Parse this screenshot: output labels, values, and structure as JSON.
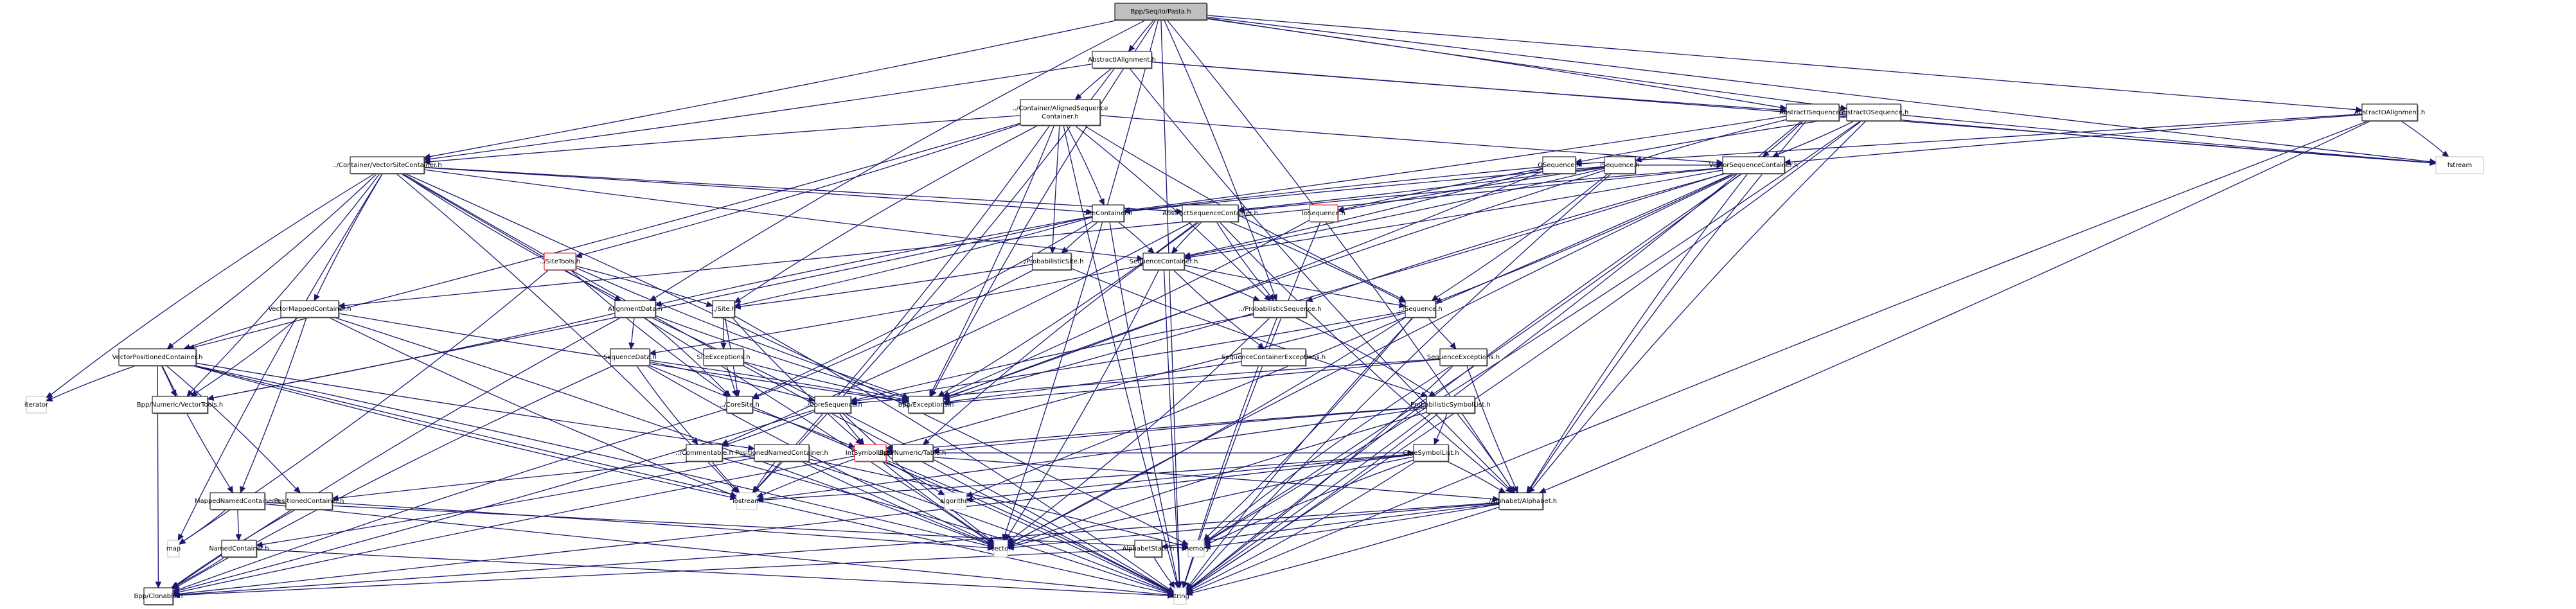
{
  "diagram": {
    "title": "Bpp/Seq/Io/Pasta.h",
    "colors": {
      "edge": "#191970",
      "root_fill": "#bfbfbf",
      "border": "#000000",
      "incomplete_border": "#ff0000",
      "system_border": "#bfbfbf"
    },
    "nodes": [
      {
        "id": "pasta",
        "label": "Bpp/Seq/Io/Pasta.h",
        "kind": "root"
      },
      {
        "id": "absIAlign",
        "label": "AbstractIAlignment.h",
        "kind": "normal"
      },
      {
        "id": "alignedSC",
        "label": "../Container/AlignedSequence\nContainer.h",
        "kind": "normal"
      },
      {
        "id": "absISeq",
        "label": "AbstractISequence.h",
        "kind": "normal"
      },
      {
        "id": "absOSeq",
        "label": "AbstractOSequence.h",
        "kind": "normal"
      },
      {
        "id": "absOAlign",
        "label": "AbstractOAlignment.h",
        "kind": "normal"
      },
      {
        "id": "fstream",
        "label": "fstream",
        "kind": "system"
      },
      {
        "id": "vecSiteC",
        "label": "../Container/VectorSiteContainer.h",
        "kind": "normal"
      },
      {
        "id": "oseq",
        "label": "OSequence.h",
        "kind": "normal"
      },
      {
        "id": "iseq",
        "label": "ISequence.h",
        "kind": "normal"
      },
      {
        "id": "vecSeqC",
        "label": "VectorSequenceContainer.h",
        "kind": "normal"
      },
      {
        "id": "siteC",
        "label": "SiteContainer.h",
        "kind": "normal"
      },
      {
        "id": "absSeqC",
        "label": "AbstractSequenceContainer.h",
        "kind": "normal"
      },
      {
        "id": "ioSeq",
        "label": "IoSequence.h",
        "kind": "incomplete"
      },
      {
        "id": "siteTools",
        "label": "../SiteTools.h",
        "kind": "incomplete"
      },
      {
        "id": "probSite",
        "label": "../ProbabilisticSite.h",
        "kind": "normal"
      },
      {
        "id": "seqC",
        "label": "SequenceContainer.h",
        "kind": "normal"
      },
      {
        "id": "vecMapC",
        "label": "VectorMappedContainer.h",
        "kind": "normal"
      },
      {
        "id": "alignData",
        "label": "AlignmentData.h",
        "kind": "normal"
      },
      {
        "id": "site",
        "label": "../Site.h",
        "kind": "normal"
      },
      {
        "id": "probSeq",
        "label": "../ProbabilisticSequence.h",
        "kind": "normal"
      },
      {
        "id": "sequence",
        "label": "../Sequence.h",
        "kind": "normal"
      },
      {
        "id": "vecPosC",
        "label": "VectorPositionedContainer.h",
        "kind": "normal"
      },
      {
        "id": "seqData",
        "label": "SequenceData.h",
        "kind": "normal"
      },
      {
        "id": "siteExc",
        "label": "SiteExceptions.h",
        "kind": "normal"
      },
      {
        "id": "seqCExc",
        "label": "SequenceContainerExceptions.h",
        "kind": "normal"
      },
      {
        "id": "seqExc",
        "label": "SequenceExceptions.h",
        "kind": "normal"
      },
      {
        "id": "iterator",
        "label": "iterator",
        "kind": "system"
      },
      {
        "id": "vecTools",
        "label": "Bpp/Numeric/VectorTools.h",
        "kind": "normal"
      },
      {
        "id": "coreSite",
        "label": "../CoreSite.h",
        "kind": "normal"
      },
      {
        "id": "coreSeq",
        "label": "../CoreSequence.h",
        "kind": "normal"
      },
      {
        "id": "bppExc",
        "label": "Bpp/Exceptions.h",
        "kind": "normal"
      },
      {
        "id": "probSymL",
        "label": "ProbabilisticSymbolList.h",
        "kind": "normal"
      },
      {
        "id": "commentable",
        "label": "../Commentable.h",
        "kind": "normal"
      },
      {
        "id": "posNamedC",
        "label": "PositionedNamedContainer.h",
        "kind": "normal"
      },
      {
        "id": "intSymL",
        "label": "IntSymbolList.h",
        "kind": "incomplete"
      },
      {
        "id": "table",
        "label": "Bpp/Numeric/Table.h",
        "kind": "normal"
      },
      {
        "id": "coreSymL",
        "label": "CoreSymbolList.h",
        "kind": "normal"
      },
      {
        "id": "mapNamedC",
        "label": "MappedNamedContainer.h",
        "kind": "normal"
      },
      {
        "id": "posC",
        "label": "PositionedContainer.h",
        "kind": "normal"
      },
      {
        "id": "iostream",
        "label": "iostream",
        "kind": "system"
      },
      {
        "id": "algorithm",
        "label": "algorithm",
        "kind": "system"
      },
      {
        "id": "alphabet",
        "label": "../Alphabet/Alphabet.h",
        "kind": "normal"
      },
      {
        "id": "map",
        "label": "map",
        "kind": "system"
      },
      {
        "id": "namedC",
        "label": "NamedContainer.h",
        "kind": "normal"
      },
      {
        "id": "vector",
        "label": "vector",
        "kind": "system"
      },
      {
        "id": "alphaState",
        "label": "AlphabetState.h",
        "kind": "normal"
      },
      {
        "id": "memory",
        "label": "memory",
        "kind": "system"
      },
      {
        "id": "clonable",
        "label": "Bpp/Clonable.h",
        "kind": "normal"
      },
      {
        "id": "string",
        "label": "string",
        "kind": "system"
      }
    ],
    "edges": [
      [
        "pasta",
        "absIAlign"
      ],
      [
        "pasta",
        "absISeq"
      ],
      [
        "pasta",
        "absOSeq"
      ],
      [
        "pasta",
        "absOAlign"
      ],
      [
        "pasta",
        "fstream"
      ],
      [
        "pasta",
        "vecSiteC"
      ],
      [
        "pasta",
        "alignData"
      ],
      [
        "pasta",
        "probSeq"
      ],
      [
        "pasta",
        "bppExc"
      ],
      [
        "pasta",
        "alphabet"
      ],
      [
        "pasta",
        "string"
      ],
      [
        "pasta",
        "vector"
      ],
      [
        "absIAlign",
        "alignedSC"
      ],
      [
        "absIAlign",
        "vecSiteC"
      ],
      [
        "absIAlign",
        "absISeq"
      ],
      [
        "absIAlign",
        "fstream"
      ],
      [
        "absIAlign",
        "alphabet"
      ],
      [
        "absIAlign",
        "iostream"
      ],
      [
        "alignedSC",
        "vecSeqC"
      ],
      [
        "alignedSC",
        "siteC"
      ],
      [
        "alignedSC",
        "site"
      ],
      [
        "alignedSC",
        "siteTools"
      ],
      [
        "alignedSC",
        "probSite"
      ],
      [
        "alignedSC",
        "probSeq"
      ],
      [
        "alignedSC",
        "vecSiteC"
      ],
      [
        "alignedSC",
        "vecPosC"
      ],
      [
        "alignedSC",
        "sequence"
      ],
      [
        "alignedSC",
        "bppExc"
      ],
      [
        "alignedSC",
        "string"
      ],
      [
        "alignedSC",
        "iostream"
      ],
      [
        "absISeq",
        "iseq"
      ],
      [
        "absISeq",
        "vecSeqC"
      ],
      [
        "absISeq",
        "fstream"
      ],
      [
        "absISeq",
        "string"
      ],
      [
        "absISeq",
        "alphabet"
      ],
      [
        "absISeq",
        "siteC"
      ],
      [
        "absOSeq",
        "oseq"
      ],
      [
        "absOSeq",
        "vecSeqC"
      ],
      [
        "absOSeq",
        "fstream"
      ],
      [
        "absOSeq",
        "string"
      ],
      [
        "absOSeq",
        "alphabet"
      ],
      [
        "absOSeq",
        "memory"
      ],
      [
        "absOAlign",
        "vecSeqC"
      ],
      [
        "absOAlign",
        "fstream"
      ],
      [
        "absOAlign",
        "string"
      ],
      [
        "absOAlign",
        "alphabet"
      ],
      [
        "absOAlign",
        "oseq"
      ],
      [
        "vecSiteC",
        "siteC"
      ],
      [
        "vecSiteC",
        "seqC"
      ],
      [
        "vecSiteC",
        "absSeqC"
      ],
      [
        "vecSiteC",
        "vecMapC"
      ],
      [
        "vecSiteC",
        "vecPosC"
      ],
      [
        "vecSiteC",
        "alignData"
      ],
      [
        "vecSiteC",
        "vecTools"
      ],
      [
        "vecSiteC",
        "iterator"
      ],
      [
        "vecSiteC",
        "iostream"
      ],
      [
        "vecSiteC",
        "string"
      ],
      [
        "vecSiteC",
        "memory"
      ],
      [
        "vecSiteC",
        "map"
      ],
      [
        "vecSiteC",
        "vector"
      ],
      [
        "oseq",
        "siteC"
      ],
      [
        "oseq",
        "seqC"
      ],
      [
        "oseq",
        "ioSeq"
      ],
      [
        "oseq",
        "bppExc"
      ],
      [
        "iseq",
        "siteC"
      ],
      [
        "iseq",
        "seqC"
      ],
      [
        "iseq",
        "ioSeq"
      ],
      [
        "iseq",
        "sequence"
      ],
      [
        "iseq",
        "bppExc"
      ],
      [
        "iseq",
        "absSeqC"
      ],
      [
        "iseq",
        "string"
      ],
      [
        "iseq",
        "vecSeqC"
      ],
      [
        "vecSeqC",
        "absSeqC"
      ],
      [
        "vecSeqC",
        "seqC"
      ],
      [
        "vecSeqC",
        "vecMapC"
      ],
      [
        "vecSeqC",
        "sequence"
      ],
      [
        "vecSeqC",
        "alphabet"
      ],
      [
        "vecSeqC",
        "bppExc"
      ],
      [
        "vecSeqC",
        "vector"
      ],
      [
        "vecSeqC",
        "algorithm"
      ],
      [
        "vecSeqC",
        "string"
      ],
      [
        "vecSeqC",
        "memory"
      ],
      [
        "vecSeqC",
        "probSeq"
      ],
      [
        "siteC",
        "seqC"
      ],
      [
        "siteC",
        "probSite"
      ],
      [
        "siteC",
        "site"
      ],
      [
        "siteC",
        "alignData"
      ],
      [
        "siteC",
        "vecTools"
      ],
      [
        "siteC",
        "string"
      ],
      [
        "siteC",
        "coreSite"
      ],
      [
        "absSeqC",
        "seqC"
      ],
      [
        "absSeqC",
        "sequence"
      ],
      [
        "absSeqC",
        "alphabet"
      ],
      [
        "absSeqC",
        "bppExc"
      ],
      [
        "absSeqC",
        "probSeq"
      ],
      [
        "absSeqC",
        "commentable"
      ],
      [
        "absSeqC",
        "table"
      ],
      [
        "ioSeq",
        "bppExc"
      ],
      [
        "ioSeq",
        "string"
      ],
      [
        "siteTools",
        "site"
      ],
      [
        "siteTools",
        "bppExc"
      ],
      [
        "siteTools",
        "map"
      ],
      [
        "siteTools",
        "coreSite"
      ],
      [
        "probSite",
        "site"
      ],
      [
        "probSite",
        "probSymL"
      ],
      [
        "probSite",
        "coreSite"
      ],
      [
        "seqC",
        "sequence"
      ],
      [
        "seqC",
        "probSeq"
      ],
      [
        "seqC",
        "seqCExc"
      ],
      [
        "seqC",
        "seqData"
      ],
      [
        "seqC",
        "string"
      ],
      [
        "seqC",
        "vector"
      ],
      [
        "vecMapC",
        "vecPosC"
      ],
      [
        "vecMapC",
        "mapNamedC"
      ],
      [
        "vecMapC",
        "bppExc"
      ],
      [
        "vecMapC",
        "vector"
      ],
      [
        "vecMapC",
        "iostream"
      ],
      [
        "vecMapC",
        "vecTools"
      ],
      [
        "alignData",
        "seqData"
      ],
      [
        "alignData",
        "coreSite"
      ],
      [
        "alignData",
        "bppExc"
      ],
      [
        "alignData",
        "vecTools"
      ],
      [
        "alignData",
        "clonable"
      ],
      [
        "alignData",
        "string"
      ],
      [
        "site",
        "siteExc"
      ],
      [
        "site",
        "coreSite"
      ],
      [
        "site",
        "intSymL"
      ],
      [
        "site",
        "string"
      ],
      [
        "probSeq",
        "coreSeq"
      ],
      [
        "probSeq",
        "probSymL"
      ],
      [
        "probSeq",
        "string"
      ],
      [
        "probSeq",
        "vector"
      ],
      [
        "sequence",
        "seqExc"
      ],
      [
        "sequence",
        "coreSeq"
      ],
      [
        "sequence",
        "intSymL"
      ],
      [
        "sequence",
        "vector"
      ],
      [
        "sequence",
        "string"
      ],
      [
        "sequence",
        "memory"
      ],
      [
        "vecPosC",
        "posNamedC"
      ],
      [
        "vecPosC",
        "posC"
      ],
      [
        "vecPosC",
        "mapNamedC"
      ],
      [
        "vecPosC",
        "clonable"
      ],
      [
        "vecPosC",
        "iostream"
      ],
      [
        "vecPosC",
        "vector"
      ],
      [
        "vecPosC",
        "string"
      ],
      [
        "vecPosC",
        "vecTools"
      ],
      [
        "vecPosC",
        "iterator"
      ],
      [
        "seqData",
        "coreSeq"
      ],
      [
        "seqData",
        "commentable"
      ],
      [
        "seqData",
        "bppExc"
      ],
      [
        "seqData",
        "clonable"
      ],
      [
        "seqData",
        "string"
      ],
      [
        "seqData",
        "vector"
      ],
      [
        "siteExc",
        "coreSite"
      ],
      [
        "siteExc",
        "bppExc"
      ],
      [
        "seqCExc",
        "bppExc"
      ],
      [
        "seqExc",
        "coreSeq"
      ],
      [
        "seqExc",
        "bppExc"
      ],
      [
        "seqExc",
        "alphabet"
      ],
      [
        "seqExc",
        "string"
      ],
      [
        "seqExc",
        "memory"
      ],
      [
        "coreSite",
        "intSymL"
      ],
      [
        "coreSite",
        "clonable"
      ],
      [
        "coreSeq",
        "commentable"
      ],
      [
        "coreSeq",
        "intSymL"
      ],
      [
        "coreSeq",
        "clonable"
      ],
      [
        "coreSeq",
        "vector"
      ],
      [
        "probSymL",
        "coreSymL"
      ],
      [
        "probSymL",
        "table"
      ],
      [
        "probSymL",
        "alphabet"
      ],
      [
        "probSymL",
        "intSymL"
      ],
      [
        "probSymL",
        "string"
      ],
      [
        "probSymL",
        "vector"
      ],
      [
        "probSymL",
        "iostream"
      ],
      [
        "commentable",
        "iostream"
      ],
      [
        "commentable",
        "string"
      ],
      [
        "posNamedC",
        "posC"
      ],
      [
        "posNamedC",
        "namedC"
      ],
      [
        "posNamedC",
        "iostream"
      ],
      [
        "posNamedC",
        "string"
      ],
      [
        "posNamedC",
        "vector"
      ],
      [
        "posNamedC",
        "memory"
      ],
      [
        "intSymL",
        "coreSymL"
      ],
      [
        "intSymL",
        "alphabet"
      ],
      [
        "intSymL",
        "vector"
      ],
      [
        "intSymL",
        "string"
      ],
      [
        "intSymL",
        "iostream"
      ],
      [
        "intSymL",
        "algorithm"
      ],
      [
        "intSymL",
        "clonable"
      ],
      [
        "coreSymL",
        "alphabet"
      ],
      [
        "coreSymL",
        "algorithm"
      ],
      [
        "coreSymL",
        "iostream"
      ],
      [
        "coreSymL",
        "vector"
      ],
      [
        "coreSymL",
        "string"
      ],
      [
        "coreSymL",
        "memory"
      ],
      [
        "coreSymL",
        "clonable"
      ],
      [
        "mapNamedC",
        "namedC"
      ],
      [
        "mapNamedC",
        "map"
      ],
      [
        "mapNamedC",
        "string"
      ],
      [
        "mapNamedC",
        "memory"
      ],
      [
        "posC",
        "clonable"
      ],
      [
        "posC",
        "vector"
      ],
      [
        "alphabet",
        "alphaState"
      ],
      [
        "alphabet",
        "string"
      ],
      [
        "alphabet",
        "vector"
      ],
      [
        "alphabet",
        "memory"
      ],
      [
        "alphabet",
        "clonable"
      ],
      [
        "namedC",
        "clonable"
      ],
      [
        "namedC",
        "string"
      ],
      [
        "alphaState",
        "clonable"
      ],
      [
        "alphaState",
        "string"
      ]
    ]
  }
}
